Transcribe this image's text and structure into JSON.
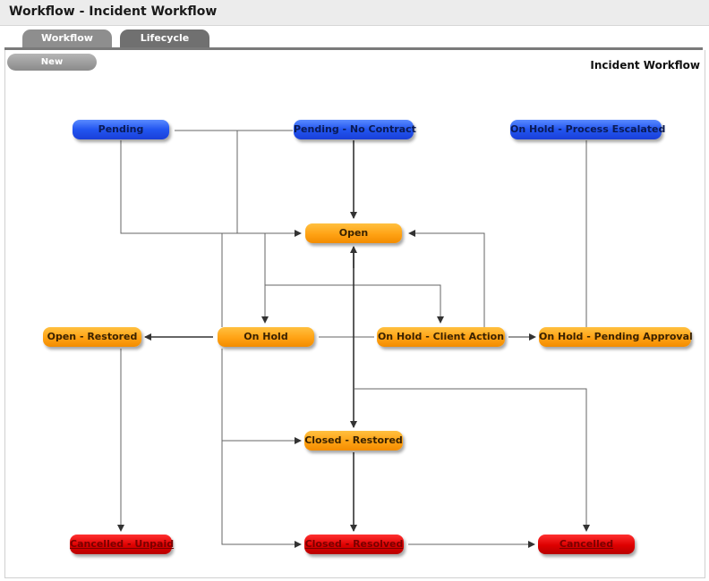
{
  "window": {
    "title": "Workflow - Incident Workflow"
  },
  "tabs": [
    {
      "label": "Workflow"
    },
    {
      "label": "Lifecycle"
    }
  ],
  "toolbar": {
    "new_label": "New"
  },
  "diagram": {
    "title": "Incident Workflow",
    "nodes": {
      "pending": "Pending",
      "pending_no_contract": "Pending - No Contract",
      "on_hold_process_escalated": "On Hold - Process Escalated",
      "open": "Open",
      "open_restored": "Open - Restored",
      "on_hold": "On Hold",
      "on_hold_client_action": "On Hold - Client Action",
      "on_hold_pending_approval": "On Hold - Pending Approval",
      "closed_restored": "Closed - Restored",
      "cancelled_unpaid": "Cancelled - Unpaid",
      "closed_resolved": "Closed - Resolved",
      "cancelled": "Cancelled"
    },
    "colors": {
      "unassigned_status": "#2255f0",
      "active_status": "#ffa214",
      "terminal_status": "#dd0000"
    }
  }
}
